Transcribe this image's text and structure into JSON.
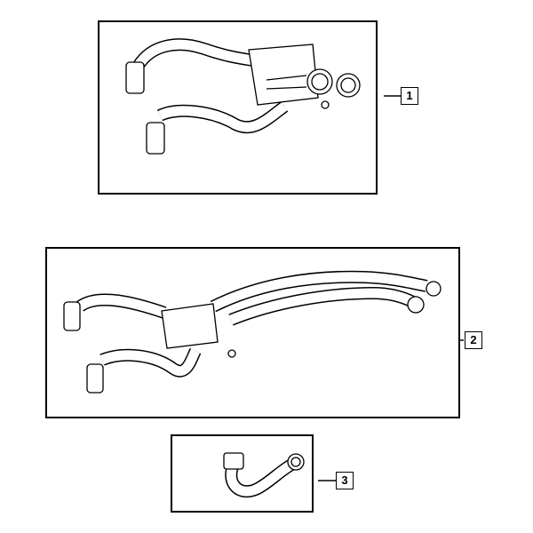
{
  "diagram": {
    "callouts": [
      {
        "label": "1"
      },
      {
        "label": "2"
      },
      {
        "label": "3"
      }
    ],
    "colors": {
      "line": "#000000",
      "background": "#ffffff"
    }
  }
}
